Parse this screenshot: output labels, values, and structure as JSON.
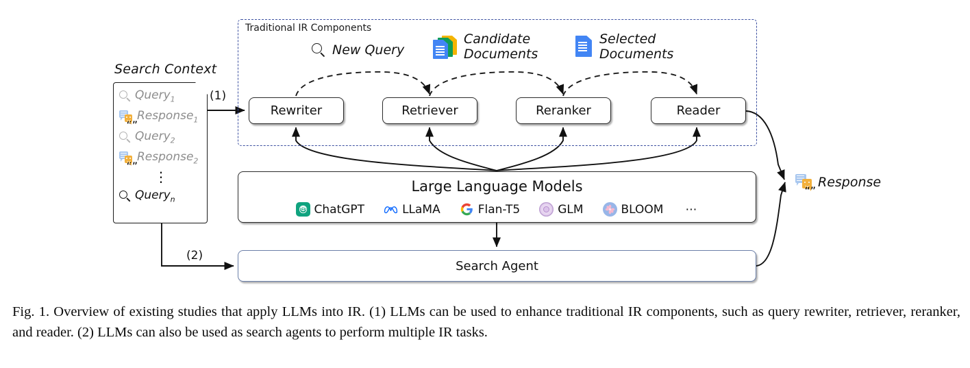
{
  "figure": {
    "caption": "Fig. 1. Overview of existing studies that apply LLMs into IR. (1) LLMs can be used to enhance traditional IR components, such as query rewriter, retriever, reranker, and reader. (2) LLMs can also be used as search agents to perform multiple IR tasks."
  },
  "search_context": {
    "title": "Search Context",
    "items": [
      {
        "icon": "search-icon",
        "label": "Query",
        "sub": "1",
        "muted": true
      },
      {
        "icon": "response-bubble-icon",
        "label": "Response",
        "sub": "1",
        "muted": true
      },
      {
        "icon": "search-icon",
        "label": "Query",
        "sub": "2",
        "muted": true
      },
      {
        "icon": "response-bubble-icon",
        "label": "Response",
        "sub": "2",
        "muted": true
      },
      {
        "icon": "vertical-ellipsis",
        "label": "",
        "sub": "",
        "muted": true
      },
      {
        "icon": "search-icon",
        "label": "Query",
        "sub": "n",
        "muted": false
      }
    ]
  },
  "traditional_ir": {
    "title": "Traditional IR Components",
    "legend": [
      {
        "icon": "search-icon",
        "label": "New Query"
      },
      {
        "icon": "candidate-documents-icon",
        "label": "Candidate\nDocuments",
        "line1": "Candidate",
        "line2": "Documents"
      },
      {
        "icon": "selected-document-icon",
        "label": "Selected\nDocuments",
        "line1": "Selected",
        "line2": "Documents"
      }
    ],
    "components": [
      {
        "label": "Rewriter"
      },
      {
        "label": "Retriever"
      },
      {
        "label": "Reranker"
      },
      {
        "label": "Reader"
      }
    ],
    "border_color": "#3b4fa0"
  },
  "llm": {
    "title": "Large Language Models",
    "models": [
      {
        "name": "ChatGPT",
        "icon": "chatgpt-logo-icon",
        "color": "#10a37f"
      },
      {
        "name": "LLaMA",
        "icon": "llama-meta-logo-icon",
        "color": "#0866ff"
      },
      {
        "name": "Flan-T5",
        "icon": "google-g-logo-icon",
        "color": "#4285f4"
      },
      {
        "name": "GLM",
        "icon": "glm-logo-icon",
        "color": "#c9a9dd"
      },
      {
        "name": "BLOOM",
        "icon": "bloom-logo-icon",
        "color": "#98b6e8"
      }
    ],
    "more": "⋯"
  },
  "agent": {
    "label": "Search Agent",
    "border_color": "#6b7fa8"
  },
  "flow_labels": {
    "one": "(1)",
    "two": "(2)"
  },
  "response": {
    "label": "Response",
    "icon": "response-bubble-icon"
  }
}
